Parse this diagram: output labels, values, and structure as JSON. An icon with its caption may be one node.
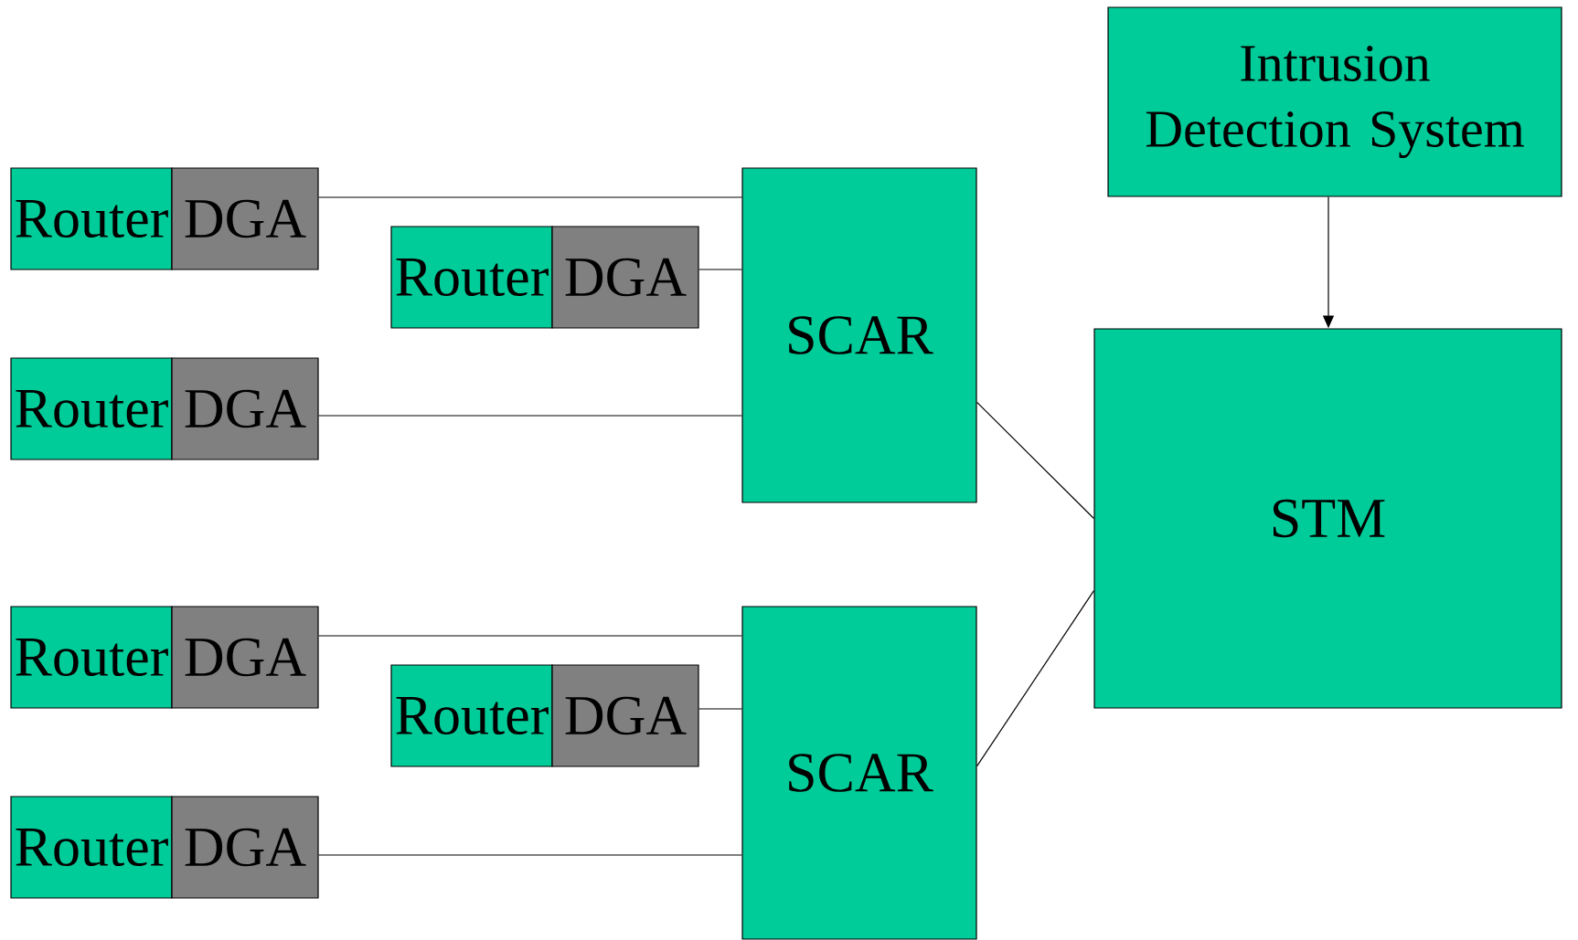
{
  "diagram": {
    "nodes": [
      {
        "text": [
          "Intrusion Detection System"
        ]
      },
      {
        "text": [
          "Router"
        ]
      },
      {
        "text": [
          "DGA"
        ]
      },
      {
        "text": [
          "SCAR"
        ]
      },
      {
        "text": [
          "Router"
        ]
      },
      {
        "text": [
          "DGA"
        ]
      },
      {
        "text": [
          "Router"
        ]
      },
      {
        "text": [
          "DGA"
        ]
      },
      {
        "text": [
          "STM"
        ]
      },
      {
        "text": [
          "Router"
        ]
      },
      {
        "text": [
          "DGA"
        ]
      },
      {
        "text": [
          "SCAR"
        ]
      },
      {
        "text": [
          "Router"
        ]
      },
      {
        "text": [
          "DGA"
        ]
      },
      {
        "text": [
          "Router"
        ]
      },
      {
        "text": [
          "DGA"
        ]
      }
    ],
    "edges": [
      {
        "from": 2,
        "to": 3,
        "arrow": "none"
      },
      {
        "from": 5,
        "to": 3,
        "arrow": "none"
      },
      {
        "from": 7,
        "to": 3,
        "arrow": "none"
      },
      {
        "from": 10,
        "to": 11,
        "arrow": "none"
      },
      {
        "from": 13,
        "to": 11,
        "arrow": "none"
      },
      {
        "from": 15,
        "to": 11,
        "arrow": "none"
      },
      {
        "from": 3,
        "to": 8,
        "arrow": "none"
      },
      {
        "from": 11,
        "to": 8,
        "arrow": "none"
      },
      {
        "from": 0,
        "to": 8,
        "arrow": "to"
      }
    ]
  }
}
